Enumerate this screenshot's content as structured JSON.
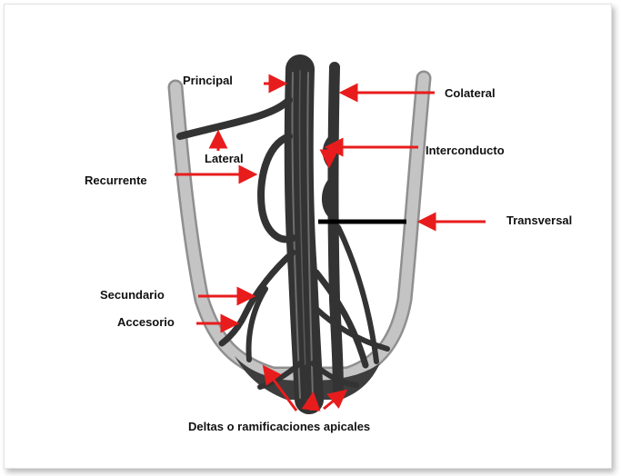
{
  "diagram": {
    "labels": {
      "principal": "Principal",
      "colateral": "Colateral",
      "interconducto": "Interconducto",
      "lateral": "Lateral",
      "recurrente": "Recurrente",
      "transversal": "Transversal",
      "secundario": "Secundario",
      "accesorio": "Accesorio",
      "deltas": "Deltas o ramificaciones apicales"
    },
    "colors": {
      "arrow": "#e81c1c",
      "canal": "#3a3a3a",
      "root_wall": "#b8b8b8",
      "transverse_bar": "#000000"
    }
  }
}
